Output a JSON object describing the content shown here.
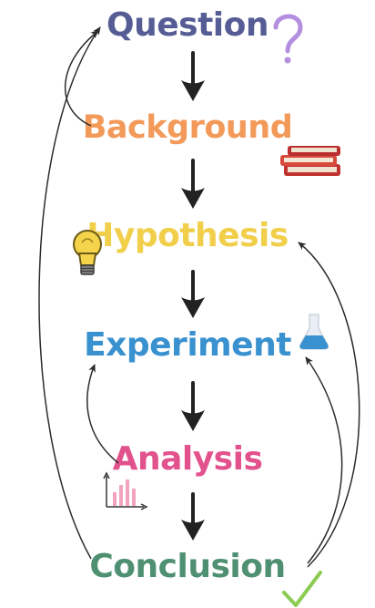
{
  "steps": [
    {
      "label": "Question",
      "color": "#565d95"
    },
    {
      "label": "Background",
      "color": "#f39a5a"
    },
    {
      "label": "Hypothesis",
      "color": "#f1cf4a"
    },
    {
      "label": "Experiment",
      "color": "#3a91cf"
    },
    {
      "label": "Analysis",
      "color": "#e2528d"
    },
    {
      "label": "Conclusion",
      "color": "#4e9071"
    }
  ],
  "icons": {
    "question": "question-mark-icon",
    "background": "books-icon",
    "hypothesis": "lightbulb-icon",
    "experiment": "flask-icon",
    "analysis": "bar-chart-icon",
    "conclusion": "checkmark-icon"
  }
}
